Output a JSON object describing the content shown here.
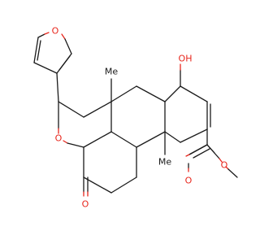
{
  "molecule": {
    "atom_labels": {
      "hydroxyl_oh": "OH",
      "ester_carbonyl_o": "O",
      "ester_methoxy_o": "O",
      "lactone_ring_o": "O",
      "lactone_carbonyl_o": "O",
      "furan_o": "O",
      "methyl_upper": "Me",
      "methyl_lower": "Me"
    },
    "colors": {
      "bond": "#1a1a1a",
      "oxygen": "#e8261c",
      "carbon": "#1a1a1a"
    }
  }
}
